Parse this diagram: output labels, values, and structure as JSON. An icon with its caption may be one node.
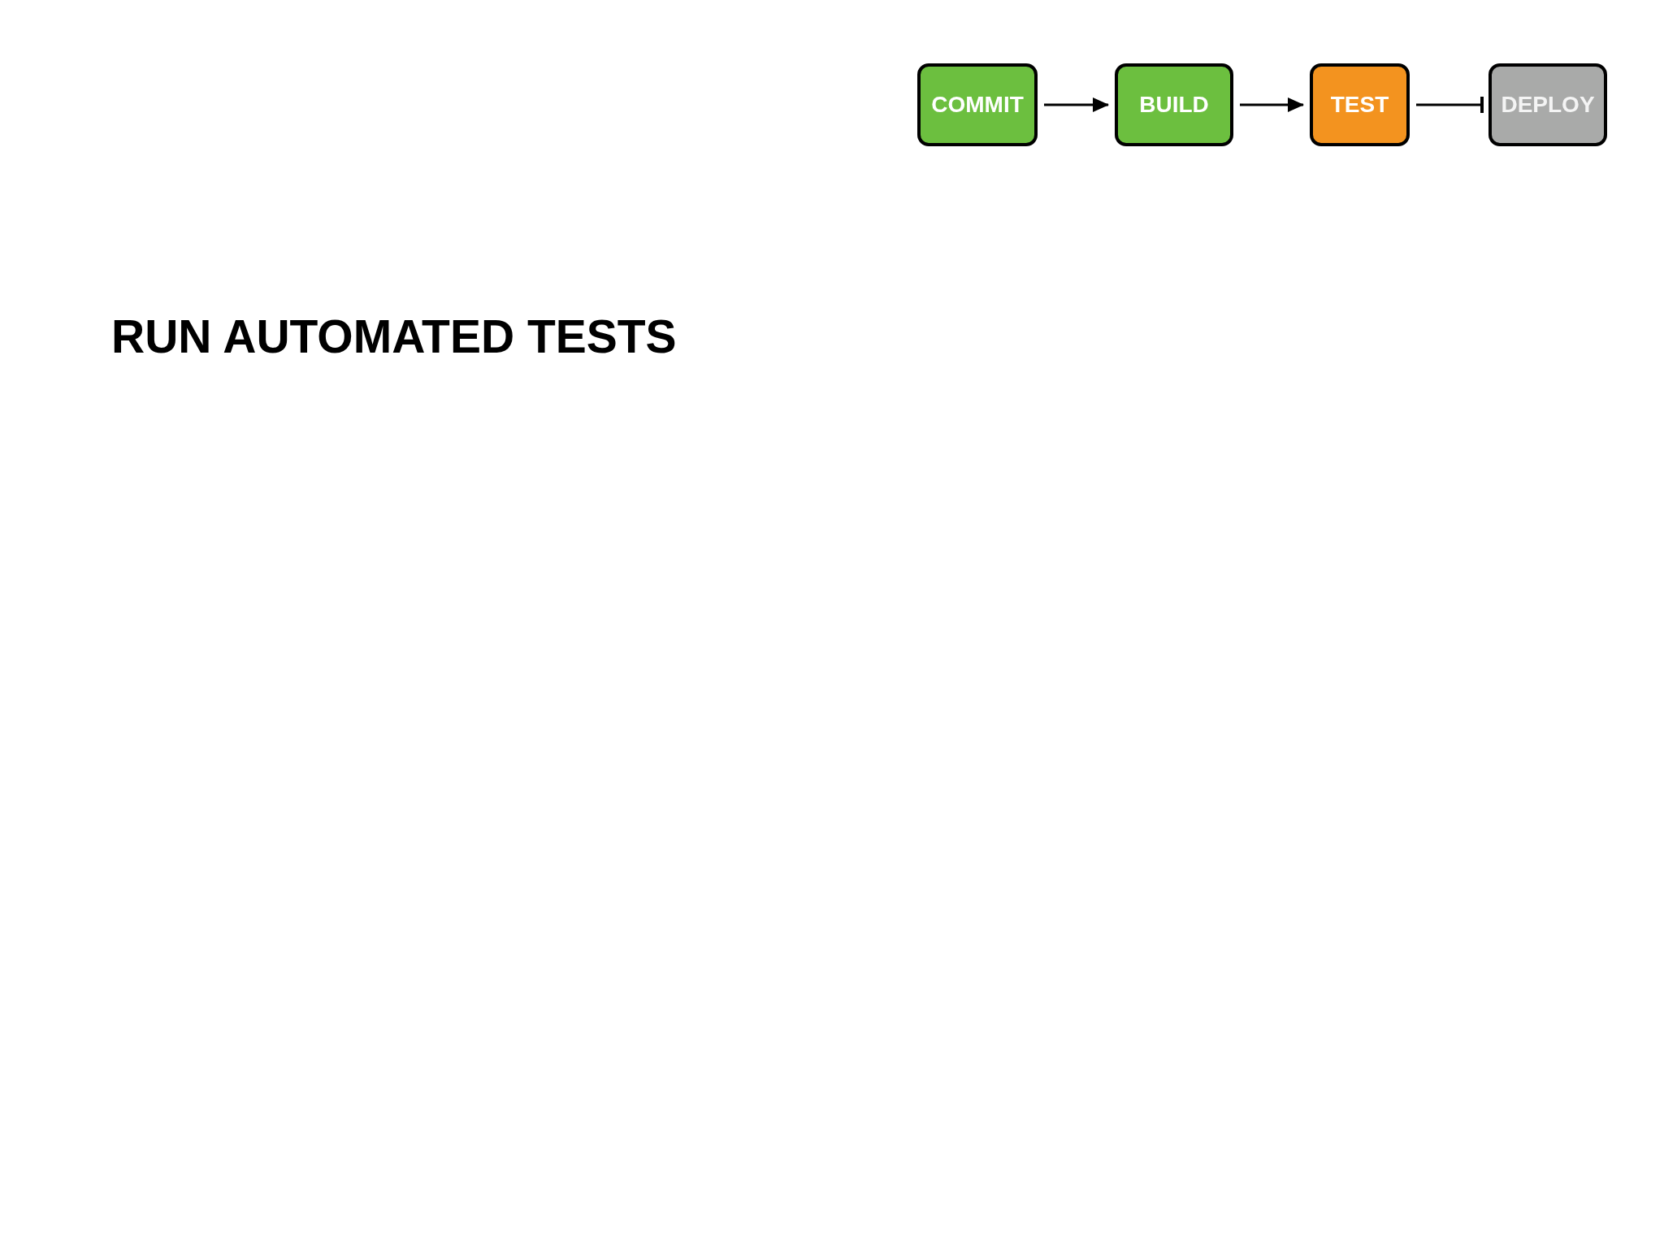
{
  "diagram": {
    "title": "RUN AUTOMATED TESTS",
    "nodes": [
      {
        "text": [
          "COMMIT"
        ]
      },
      {
        "text": [
          "BUILD"
        ]
      },
      {
        "text": [
          "TEST"
        ]
      },
      {
        "text": [
          "DEPLOY"
        ]
      }
    ],
    "edges": [
      {
        "from": 0,
        "to": 1,
        "arrow": "to"
      },
      {
        "from": 1,
        "to": 2,
        "arrow": "to"
      },
      {
        "from": 2,
        "to": 3,
        "arrow": "other"
      }
    ]
  }
}
